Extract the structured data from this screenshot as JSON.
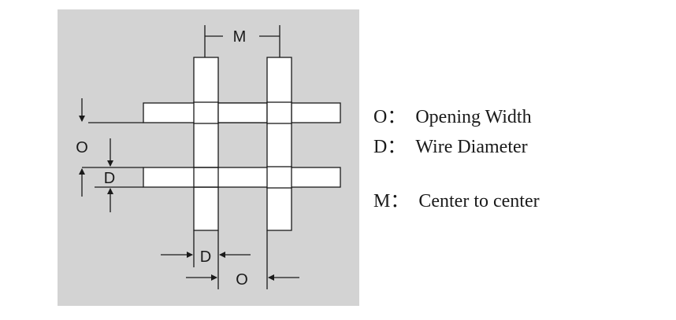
{
  "diagram": {
    "labels": {
      "top_m": "M",
      "left_o": "O",
      "left_d": "D",
      "bottom_d": "D",
      "bottom_o": "O"
    },
    "colors": {
      "panel": "#d3d3d3",
      "wire": "#ffffff",
      "line": "#1a1a1a"
    }
  },
  "legend": {
    "separator": "：",
    "items": [
      {
        "key": "O",
        "text": "Opening Width"
      },
      {
        "key": "D",
        "text": "Wire Diameter"
      },
      {
        "key": "M",
        "text": "Center to center"
      }
    ]
  }
}
